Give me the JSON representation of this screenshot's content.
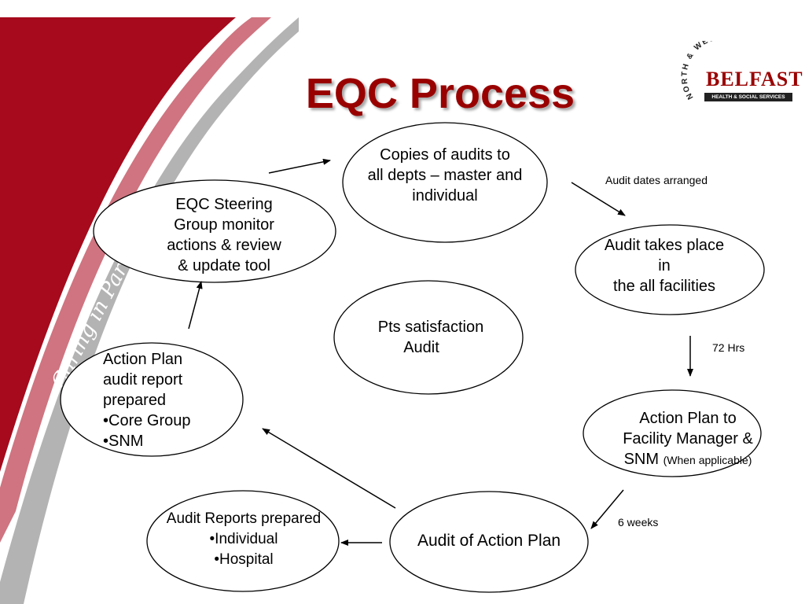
{
  "title": "EQC Process",
  "tagline": "Caring in Partnership",
  "logo": {
    "arc_text": "NORTH & WEST",
    "main": "BELFAST",
    "bar": "HEALTH & SOCIAL SERVICES TRUST"
  },
  "nodes": {
    "copies": {
      "lines": [
        "Copies of audits to",
        "all depts – master and",
        "individual"
      ]
    },
    "steering": {
      "lines": [
        "EQC Steering",
        "Group monitor",
        "actions & review",
        "& update tool"
      ]
    },
    "audit_takes_place": {
      "lines": [
        "Audit takes place",
        "in",
        "the all facilities"
      ]
    },
    "pts_satisfaction": {
      "lines": [
        "Pts satisfaction",
        "Audit"
      ]
    },
    "action_plan_report": {
      "lines": [
        "Action Plan",
        "audit report",
        "prepared",
        "•Core Group",
        "•SNM"
      ]
    },
    "action_plan_facility": {
      "lines": [
        "Action Plan to",
        "Facility Manager &",
        "SNM"
      ],
      "note": "(When applicable)"
    },
    "audit_reports": {
      "lines": [
        "Audit Reports prepared",
        "•Individual",
        "•Hospital"
      ]
    },
    "audit_of_action_plan": {
      "lines": [
        "Audit of Action Plan"
      ]
    }
  },
  "edge_labels": {
    "audit_dates": "Audit dates arranged",
    "hrs72": "72 Hrs",
    "weeks6": "6 weeks"
  },
  "colors": {
    "title": "#990000",
    "band_dark": "#a3081a",
    "band_pink": "#cc6f7e",
    "band_grey": "#a6a6a6"
  }
}
